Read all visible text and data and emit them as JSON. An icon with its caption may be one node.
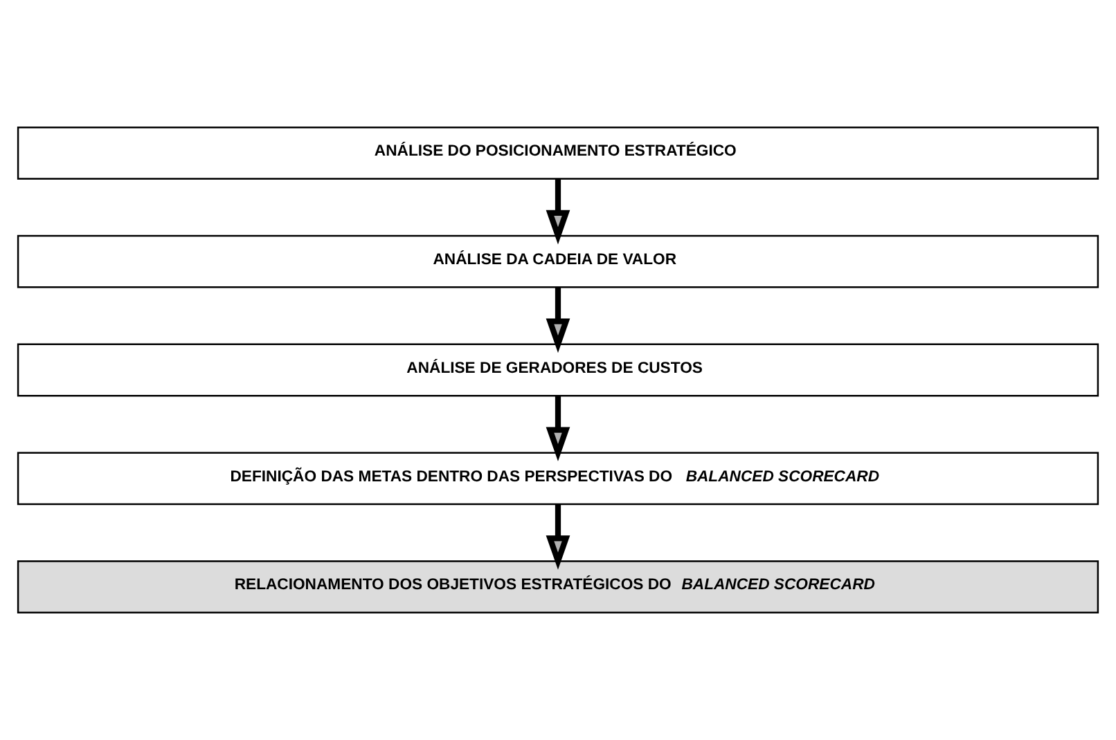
{
  "diagram": {
    "nodes": [
      {
        "text": [
          "ANÁLISE DO POSICIONAMENTO ESTRATÉGICO"
        ]
      },
      {
        "text": [
          "ANÁLISE DA CADEIA DE VALOR"
        ]
      },
      {
        "text": [
          "ANÁLISE DE GERADORES DE CUSTOS"
        ]
      },
      {
        "text": [
          "DEFINIÇÃO DAS METAS DENTRO DAS PERSPECTIVAS DO *BALANCED SCORECARD*"
        ]
      },
      {
        "text": [
          "RELACIONAMENTO DOS OBJETIVOS ESTRATÉGICOS DO *BALANCED SCORECARD*"
        ]
      }
    ],
    "edges": [
      {
        "from": 0,
        "to": 1,
        "arrow": "to"
      },
      {
        "from": 1,
        "to": 2,
        "arrow": "to"
      },
      {
        "from": 2,
        "to": 3,
        "arrow": "to"
      },
      {
        "from": 3,
        "to": 4,
        "arrow": "to"
      }
    ]
  }
}
